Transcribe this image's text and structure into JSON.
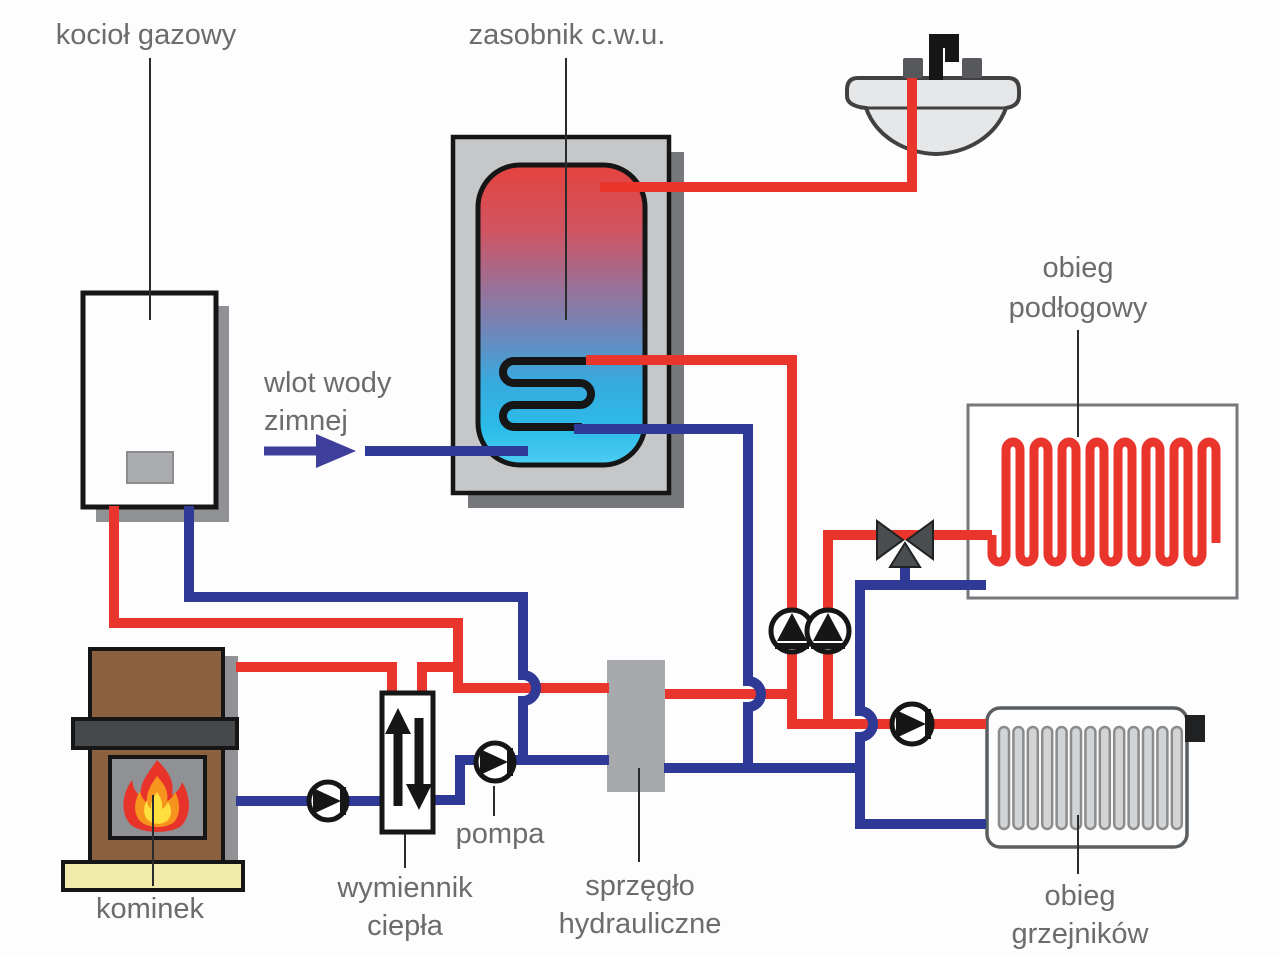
{
  "labels": {
    "boiler": "kocioł gazowy",
    "tank": "zasobnik c.w.u.",
    "cold_water_inlet": {
      "line1": "wlot wody",
      "line2": "zimnej"
    },
    "floor_circuit": {
      "line1": "obieg",
      "line2": "podłogowy"
    },
    "fireplace": "kominek",
    "heat_exchanger": {
      "line1": "wymiennik",
      "line2": "ciepła"
    },
    "pump": "pompa",
    "hydraulic_coupling": {
      "line1": "sprzęgło",
      "line2": "hydrauliczne"
    },
    "radiator_circuit": {
      "line1": "obieg",
      "line2": "grzejników"
    }
  },
  "colors": {
    "hot_water_pipe": "#e9352b",
    "cold_water_pipe": "#2e3a96",
    "inlet_arrow": "#3e3e9b",
    "label_text": "#6a6c6e",
    "tank_hot_top": "#e5433e",
    "tank_cold_bottom": "#3cc1ea",
    "tank_body_gray": "#c6c7c9",
    "shadow_gray": "#77787b",
    "fireplace_brown": "#8b6140",
    "fireplace_base_yellow": "#f2ecac",
    "flame_red": "#e8332a",
    "flame_orange": "#f7941d",
    "flame_yellow": "#ffdf3e",
    "coupling_gray": "#a7a9ac",
    "valve_gray": "#4a4d50",
    "radiator_fin_gray": "#d2d4d5"
  }
}
